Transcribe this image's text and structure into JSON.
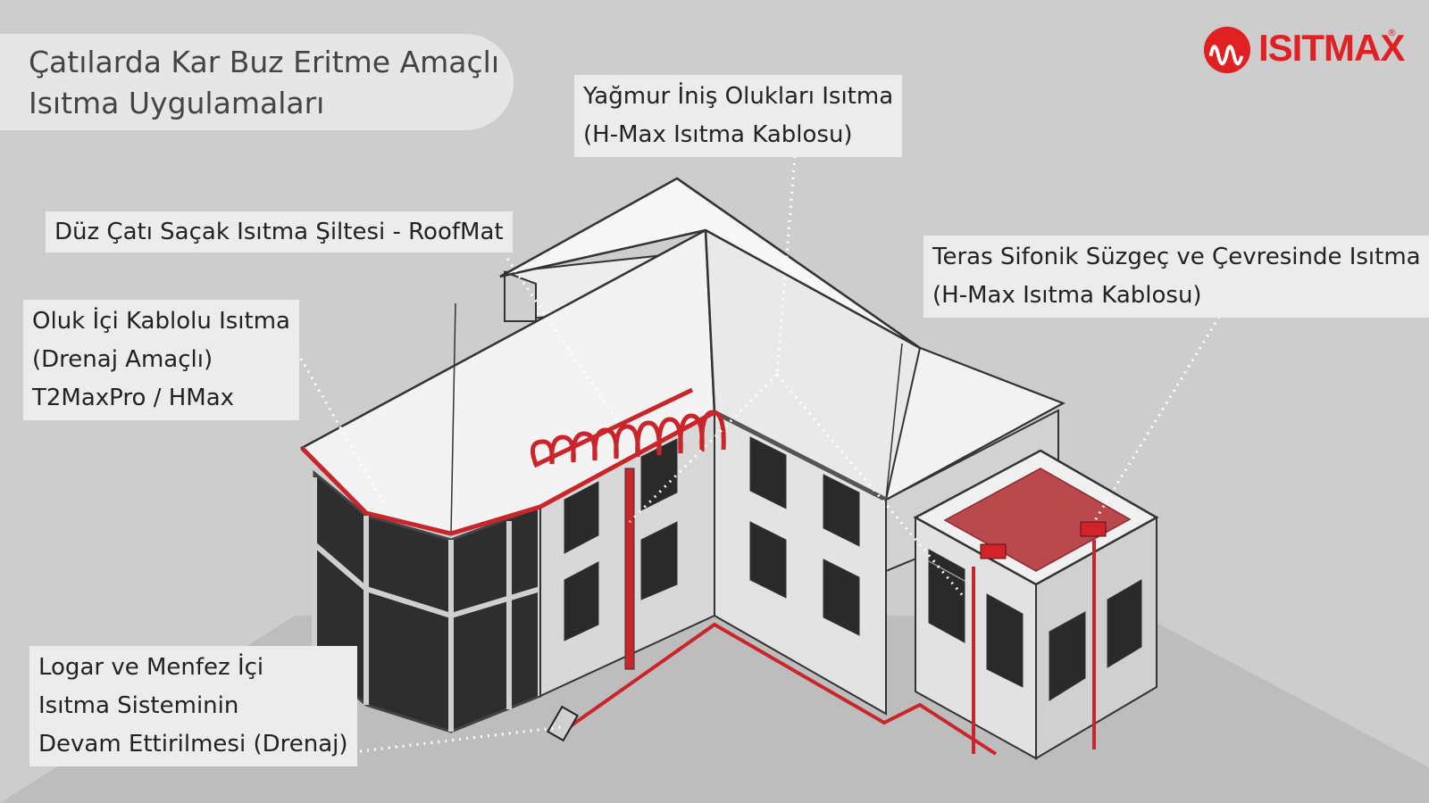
{
  "title": {
    "line1": "Çatılarda Kar Buz Eritme Amaçlı",
    "line2": "Isıtma Uygulamaları"
  },
  "logo": {
    "text": "ISITMAX",
    "mark": "®",
    "color": "#e02124"
  },
  "labels": {
    "gutter": {
      "line1": "Yağmur İniş Olukları Isıtma",
      "line2": "(H-Max Isıtma Kablosu)"
    },
    "roofmat": {
      "line1": "Düz Çatı Saçak Isıtma Şiltesi - RoofMat"
    },
    "oluk": {
      "line1": "Oluk İçi Kablolu Isıtma",
      "line2": "(Drenaj Amaçlı)",
      "line3": "T2MaxPro / HMax"
    },
    "teras": {
      "line1": "Teras Sifonik Süzgeç ve Çevresinde Isıtma",
      "line2": "(H-Max Isıtma Kablosu)"
    },
    "logar": {
      "line1": "Logar ve Menfez İçi",
      "line2": "Isıtma Sisteminin",
      "line3": "Devam Ettirilmesi (Drenaj)"
    }
  },
  "colors": {
    "heating_red": "#c9252b",
    "wall": "#d6d6d6",
    "roof": "#f2f2f2",
    "window": "#2b2b2b"
  }
}
